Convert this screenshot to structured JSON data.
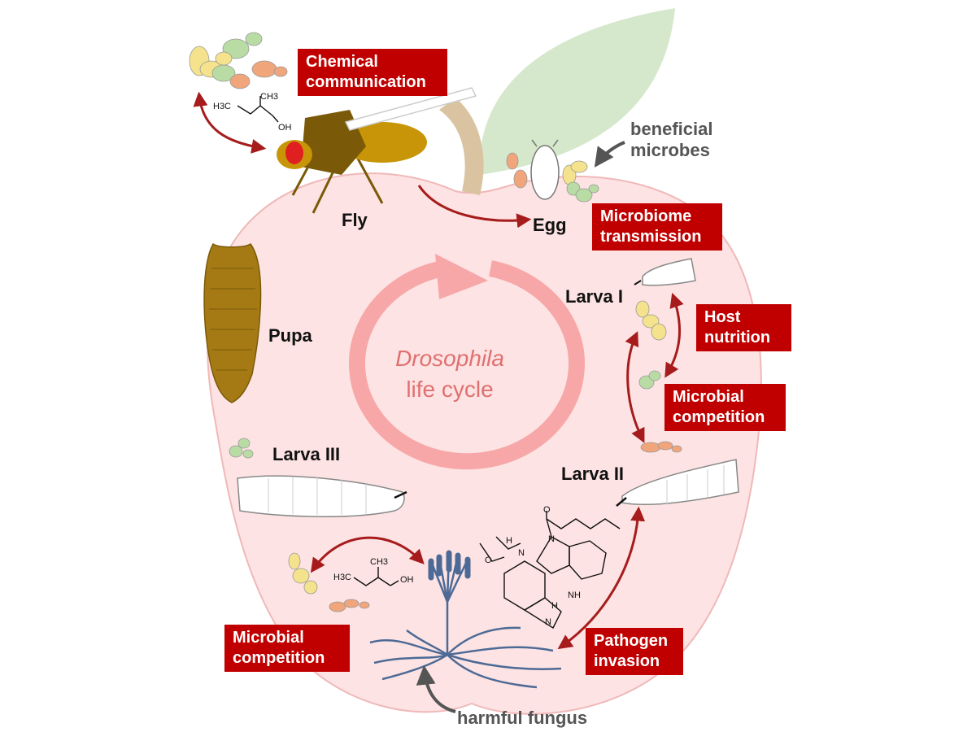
{
  "diagram": {
    "center": {
      "line1": "Drosophila",
      "line2": "life cycle"
    },
    "stages": {
      "fly": "Fly",
      "egg": "Egg",
      "larva1": "Larva I",
      "larva2": "Larva II",
      "larva3": "Larva III",
      "pupa": "Pupa"
    },
    "boxes": {
      "chemical_communication": [
        "Chemical",
        "communication"
      ],
      "microbiome_transmission": [
        "Microbiome",
        "transmission"
      ],
      "host_nutrition": [
        "Host",
        "nutrition"
      ],
      "microbial_competition_right": [
        "Microbial",
        "competition"
      ],
      "microbial_competition_left": [
        "Microbial",
        "competition"
      ],
      "pathogen_invasion": [
        "Pathogen",
        "invasion"
      ]
    },
    "notes": {
      "beneficial_microbes": [
        "beneficial",
        "microbes"
      ],
      "harmful_fungus": "harmful fungus"
    },
    "molecule_top": {
      "h3c": "H3C",
      "ch3": "CH3",
      "oh": "OH"
    },
    "molecule_bottom": {
      "ch3": "CH3",
      "h3c": "H3C",
      "oh": "OH"
    },
    "alkaloid": {
      "o_carbonyl": "O",
      "n_amide": "N",
      "n_ring": "N",
      "o_epoxide": "O",
      "h1": "H",
      "h2": "H",
      "nh": "NH",
      "n_methyl": "N"
    }
  },
  "colors": {
    "apple": "#fde3e3",
    "apple_stroke": "#f0b8b8",
    "cycle_arrow": "#f7a7a7",
    "red_box": "#c00000",
    "arrow": "#a61c1c",
    "leaf": "#d5e8cc",
    "stem": "#d9c3a0",
    "pupa": "#a57a14",
    "fly_body": "#c79507",
    "fly_thorax": "#7a5a08",
    "fly_eye": "#e02020",
    "fungus": "#4d6a96",
    "yeast_yellow": "#f4e38c",
    "yeast_green": "#b9dca4",
    "yeast_orange": "#f1a57a"
  }
}
